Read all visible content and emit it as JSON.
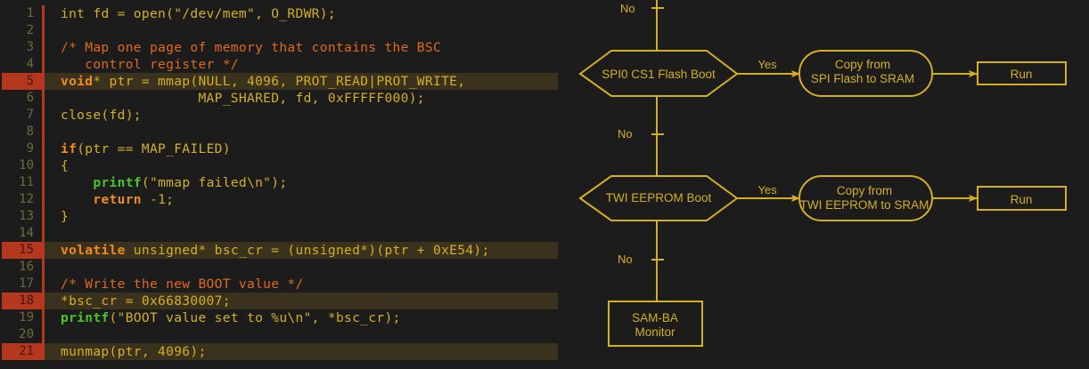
{
  "code": {
    "lines": [
      {
        "num": "1",
        "highlighted": false,
        "tokens": [
          {
            "t": "type",
            "s": "int"
          },
          {
            "t": "plain",
            "s": " fd = open(\"/dev/mem\", O_RDWR);"
          }
        ]
      },
      {
        "num": "2",
        "highlighted": false,
        "tokens": []
      },
      {
        "num": "3",
        "highlighted": false,
        "tokens": [
          {
            "t": "comment",
            "s": "/* Map one page of memory that contains the BSC"
          }
        ]
      },
      {
        "num": "4",
        "highlighted": false,
        "tokens": [
          {
            "t": "comment",
            "s": "   control register */"
          }
        ]
      },
      {
        "num": "5",
        "highlighted": true,
        "tokens": [
          {
            "t": "kw",
            "s": "void"
          },
          {
            "t": "plain",
            "s": "* ptr = mmap(NULL, 4096, PROT_READ|PROT_WRITE,"
          }
        ]
      },
      {
        "num": "6",
        "highlighted": false,
        "tokens": [
          {
            "t": "plain",
            "s": "                 MAP_SHARED, fd, 0xFFFFF000);"
          }
        ]
      },
      {
        "num": "7",
        "highlighted": false,
        "tokens": [
          {
            "t": "plain",
            "s": "close(fd);"
          }
        ]
      },
      {
        "num": "8",
        "highlighted": false,
        "tokens": []
      },
      {
        "num": "9",
        "highlighted": false,
        "tokens": [
          {
            "t": "kw",
            "s": "if"
          },
          {
            "t": "plain",
            "s": "(ptr == MAP_FAILED)"
          }
        ]
      },
      {
        "num": "10",
        "highlighted": false,
        "tokens": [
          {
            "t": "plain",
            "s": "{"
          }
        ]
      },
      {
        "num": "11",
        "highlighted": false,
        "tokens": [
          {
            "t": "plain",
            "s": "    "
          },
          {
            "t": "fn",
            "s": "printf"
          },
          {
            "t": "plain",
            "s": "(\"mmap failed\\n\");"
          }
        ]
      },
      {
        "num": "12",
        "highlighted": false,
        "tokens": [
          {
            "t": "plain",
            "s": "    "
          },
          {
            "t": "kw",
            "s": "return"
          },
          {
            "t": "plain",
            "s": " -1;"
          }
        ]
      },
      {
        "num": "13",
        "highlighted": false,
        "tokens": [
          {
            "t": "plain",
            "s": "}"
          }
        ]
      },
      {
        "num": "14",
        "highlighted": false,
        "tokens": []
      },
      {
        "num": "15",
        "highlighted": true,
        "tokens": [
          {
            "t": "kw",
            "s": "volatile"
          },
          {
            "t": "plain",
            "s": " unsigned* bsc_cr = (unsigned*)(ptr + 0xE54);"
          }
        ]
      },
      {
        "num": "16",
        "highlighted": false,
        "tokens": []
      },
      {
        "num": "17",
        "highlighted": false,
        "tokens": [
          {
            "t": "comment",
            "s": "/* Write the new BOOT value */"
          }
        ]
      },
      {
        "num": "18",
        "highlighted": true,
        "tokens": [
          {
            "t": "plain",
            "s": "*bsc_cr = 0x66830007;"
          }
        ]
      },
      {
        "num": "19",
        "highlighted": false,
        "tokens": [
          {
            "t": "fn",
            "s": "printf"
          },
          {
            "t": "plain",
            "s": "(\"BOOT value set to %u\\n\", *bsc_cr);"
          }
        ]
      },
      {
        "num": "20",
        "highlighted": false,
        "tokens": []
      },
      {
        "num": "21",
        "highlighted": true,
        "tokens": [
          {
            "t": "plain",
            "s": "munmap(ptr, 4096);"
          }
        ]
      }
    ]
  },
  "flowchart": {
    "top_no_label": "No",
    "decisions": [
      {
        "label": "SPI0 CS1 Flash Boot",
        "yes_label": "Yes",
        "process_line1": "Copy from",
        "process_line2": "SPI Flash to SRAM",
        "run_label": "Run",
        "no_label": "No"
      },
      {
        "label": "TWI EEPROM Boot",
        "yes_label": "Yes",
        "process_line1": "Copy from",
        "process_line2": "TWI EEPROM to SRAM",
        "run_label": "Run",
        "no_label": "No"
      }
    ],
    "fallback_line1": "SAM-BA",
    "fallback_line2": "Monitor"
  },
  "colors": {
    "background": "#1c1c1c",
    "accent_yellow": "#d4af24",
    "gutter_marker": "#b5371d",
    "line_highlight": "#3a321c",
    "keyword": "#f28a1c",
    "function": "#4cc22b",
    "comment": "#e0691c",
    "line_number": "#6f6a3a"
  }
}
